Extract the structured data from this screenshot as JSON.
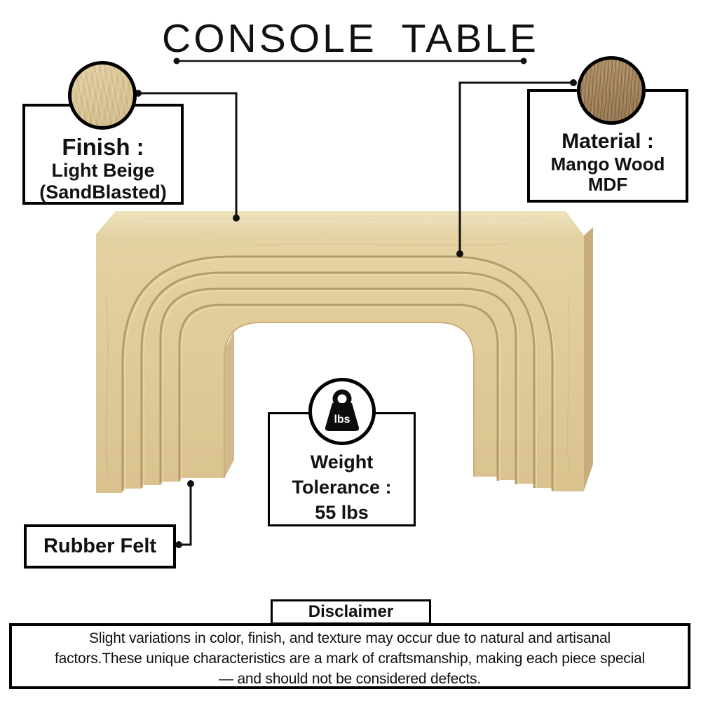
{
  "title": "CONSOLE TABLE",
  "callouts": {
    "finish": {
      "heading": "Finish :",
      "value_line1": "Light Beige",
      "value_line2": "(SandBlasted)",
      "swatch": "light-beige-wood-swatch"
    },
    "material": {
      "heading": "Material :",
      "value_line1": "Mango Wood",
      "value_line2": "MDF",
      "swatch": "mango-wood-swatch"
    },
    "weight_tolerance": {
      "line1": "Weight",
      "line2": "Tolerance :",
      "line3": "55 lbs",
      "icon": "weight-lbs-icon",
      "icon_label": "lbs"
    },
    "rubber_felt": {
      "label": "Rubber Felt"
    }
  },
  "disclaimer": {
    "tab_label": "Disclaimer",
    "lines": [
      "Slight variations in color, finish, and texture may occur due to natural and artisanal",
      "factors.These unique characteristics are a mark of craftsmanship, making each piece special",
      "— and should not be considered defects."
    ]
  },
  "illustration": {
    "subject": "arched console table with concentric groove detail",
    "colors": {
      "wood_top": "#e9dcb2",
      "wood_front": "#e0cc9b",
      "wood_groove": "#b19662",
      "wood_side": "#c8ad7c",
      "swatch_finish": "#d8c193",
      "swatch_material": "#a58763",
      "connector_black": "#111111"
    }
  }
}
